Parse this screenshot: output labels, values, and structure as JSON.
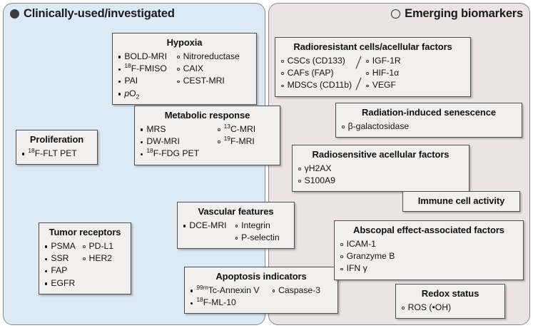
{
  "panels": {
    "left": {
      "title": "Clinically-used/investigated",
      "marker": "filled-circle-icon",
      "color": "#dbeaf5"
    },
    "right": {
      "title": "Emerging biomarkers",
      "marker": "hollow-circle-icon",
      "color": "#ece4e4"
    }
  },
  "boxes": {
    "hypoxia": {
      "title": "Hypoxia",
      "col1": [
        {
          "bullet": "filled",
          "parts": [
            {
              "t": "BOLD-MRI"
            }
          ]
        },
        {
          "bullet": "filled",
          "parts": [
            {
              "sup": "18"
            },
            {
              "t": "F-FMISO"
            }
          ]
        },
        {
          "bullet": "filled",
          "parts": [
            {
              "t": "PAI"
            }
          ]
        },
        {
          "bullet": "filled",
          "parts": [
            {
              "it": "p"
            },
            {
              "t": "O"
            },
            {
              "sub": "2"
            }
          ]
        }
      ],
      "col2": [
        {
          "bullet": "hollow",
          "parts": [
            {
              "t": "Nitroreductase"
            }
          ]
        },
        {
          "bullet": "hollow",
          "parts": [
            {
              "t": "CAIX"
            }
          ]
        },
        {
          "bullet": "hollow",
          "parts": [
            {
              "t": "CEST-MRI"
            }
          ]
        }
      ]
    },
    "metabolic": {
      "title": "Metabolic response",
      "col1": [
        {
          "bullet": "filled",
          "parts": [
            {
              "t": "MRS"
            }
          ]
        },
        {
          "bullet": "filled",
          "parts": [
            {
              "t": "DW-MRI"
            }
          ]
        },
        {
          "bullet": "filled",
          "parts": [
            {
              "sup": "18"
            },
            {
              "t": "F-FDG PET"
            }
          ]
        }
      ],
      "col2": [
        {
          "bullet": "hollow",
          "parts": [
            {
              "sup": "13"
            },
            {
              "t": "C-MRI"
            }
          ]
        },
        {
          "bullet": "hollow",
          "parts": [
            {
              "sup": "19"
            },
            {
              "t": "F-MRI"
            }
          ]
        }
      ]
    },
    "proliferation": {
      "title": "Proliferation",
      "col1": [
        {
          "bullet": "filled",
          "parts": [
            {
              "sup": "18"
            },
            {
              "t": "F-FLT PET"
            }
          ]
        }
      ],
      "col2": []
    },
    "tumor_receptors": {
      "title": "Tumor receptors",
      "col1": [
        {
          "bullet": "filled",
          "parts": [
            {
              "t": "PSMA"
            }
          ]
        },
        {
          "bullet": "filled",
          "parts": [
            {
              "t": "SSR"
            }
          ]
        },
        {
          "bullet": "filled",
          "parts": [
            {
              "t": "FAP"
            }
          ]
        },
        {
          "bullet": "filled",
          "parts": [
            {
              "t": "EGFR"
            }
          ]
        }
      ],
      "col2": [
        {
          "bullet": "hollow",
          "parts": [
            {
              "t": "PD-L1"
            }
          ]
        },
        {
          "bullet": "hollow",
          "parts": [
            {
              "t": "HER2"
            }
          ]
        }
      ]
    },
    "vascular": {
      "title": "Vascular features",
      "col1": [
        {
          "bullet": "filled",
          "parts": [
            {
              "t": "DCE-MRI"
            }
          ]
        }
      ],
      "col2": [
        {
          "bullet": "hollow",
          "parts": [
            {
              "t": "Integrin"
            }
          ]
        },
        {
          "bullet": "hollow",
          "parts": [
            {
              "t": "P-selectin"
            }
          ]
        }
      ]
    },
    "apoptosis": {
      "title": "Apoptosis indicators",
      "col1": [
        {
          "bullet": "filled",
          "parts": [
            {
              "sup": "99m"
            },
            {
              "t": "Tc-Annexin V"
            }
          ]
        },
        {
          "bullet": "filled",
          "parts": [
            {
              "sup": "18"
            },
            {
              "t": "F-ML-10"
            }
          ]
        }
      ],
      "col2": [
        {
          "bullet": "hollow",
          "parts": [
            {
              "t": "Caspase-3"
            }
          ]
        }
      ]
    },
    "radioresistant": {
      "title": "Radioresistant cells/acellular factors",
      "col1": [
        {
          "bullet": "hollow",
          "parts": [
            {
              "t": "CSCs (CD133)"
            }
          ]
        },
        {
          "bullet": "hollow",
          "parts": [
            {
              "t": "CAFs (FAP)"
            }
          ]
        },
        {
          "bullet": "hollow",
          "parts": [
            {
              "t": "MDSCs (CD11b)"
            }
          ]
        }
      ],
      "col2": [
        {
          "bullet": "hollow",
          "parts": [
            {
              "t": "IGF-1R"
            }
          ]
        },
        {
          "bullet": "hollow",
          "parts": [
            {
              "t": "HIF-1α"
            }
          ]
        },
        {
          "bullet": "hollow",
          "parts": [
            {
              "t": "VEGF"
            }
          ]
        }
      ]
    },
    "senescence": {
      "title": "Radiation-induced senescence",
      "col1": [
        {
          "bullet": "hollow",
          "parts": [
            {
              "t": "β-galactosidase"
            }
          ]
        }
      ],
      "col2": []
    },
    "radiosensitive": {
      "title": "Radiosensitive acellular factors",
      "col1": [
        {
          "bullet": "hollow",
          "parts": [
            {
              "t": "γH2AX"
            }
          ]
        },
        {
          "bullet": "hollow",
          "parts": [
            {
              "t": "S100A9"
            }
          ]
        }
      ],
      "col2": []
    },
    "immune": {
      "title": "Immune cell activity",
      "col1": [],
      "col2": []
    },
    "abscopal": {
      "title": "Abscopal effect-associated factors",
      "col1": [
        {
          "bullet": "hollow",
          "parts": [
            {
              "t": "ICAM-1"
            }
          ]
        },
        {
          "bullet": "hollow",
          "parts": [
            {
              "t": "Granzyme B"
            }
          ]
        },
        {
          "bullet": "hollow",
          "parts": [
            {
              "t": "IFN γ"
            }
          ]
        }
      ],
      "col2": []
    },
    "redox": {
      "title": "Redox status",
      "col1": [
        {
          "bullet": "hollow",
          "parts": [
            {
              "t": "ROS (•OH)"
            }
          ]
        }
      ],
      "col2": []
    }
  }
}
